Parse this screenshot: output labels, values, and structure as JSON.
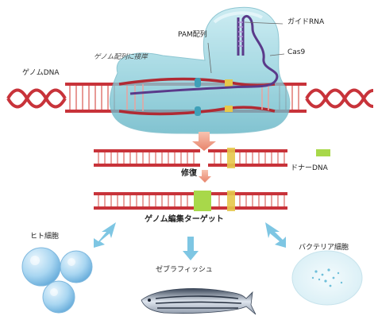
{
  "labels": {
    "guide_rna": "ガイドRNA",
    "pam": "PAM配列",
    "cas9": "Cas9",
    "genome_binding": "ゲノム配列に接岸",
    "genome_dna": "ゲノムDNA",
    "donor_dna": "ドナーDNA",
    "repair": "修復",
    "edit_target": "ゲノム編集ターゲット",
    "human_cell": "ヒト細胞",
    "zebrafish": "ゼブラフィッシュ",
    "bacteria_cell": "バクテリア細胞"
  },
  "colors": {
    "dna_strand": "#c8333a",
    "dna_rung": "#e89a96",
    "cas9_body": "#8fd0dc",
    "guide_rna": "#5a3a8a",
    "pam_site": "#e6c84a",
    "donor_dna": "#a8d84a",
    "arrow_down": "#f0a18a",
    "arrow_blue": "#7ec6e3",
    "human_cell": "#8fc8ea",
    "bacteria_cell": "#bfe2ee"
  }
}
